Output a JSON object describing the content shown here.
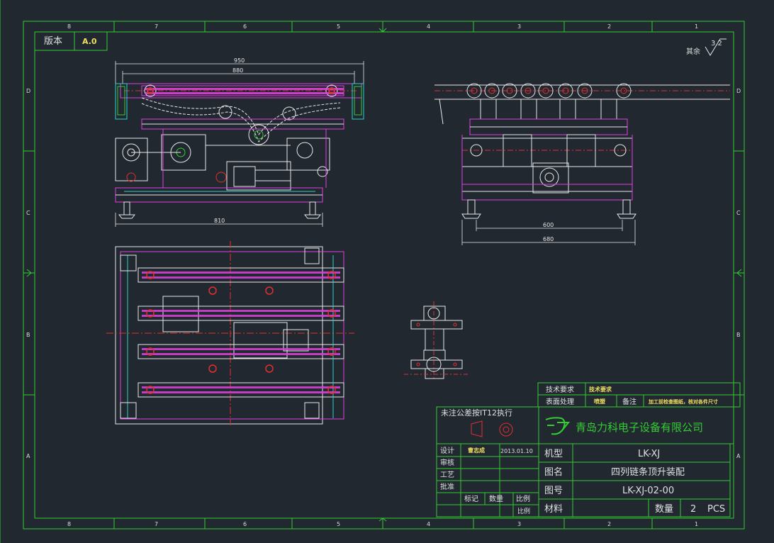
{
  "zones": {
    "top": [
      "8",
      "7",
      "6",
      "5",
      "4",
      "3",
      "2",
      "1"
    ],
    "side": [
      "D",
      "C",
      "B",
      "A"
    ]
  },
  "revision": {
    "label": "版本",
    "value": "A.0"
  },
  "roughness": {
    "value": "3.2",
    "label": "其余"
  },
  "dimensions": {
    "front_950": "950",
    "front_880": "880",
    "front_810": "810",
    "side_600": "600",
    "side_680": "680"
  },
  "tolerance_note": "未注公差按IT12执行",
  "title_block": {
    "tech_req_label": "技术要求",
    "tech_req_value": "技术要求",
    "surface_label": "表面处理",
    "surface_value": "喷塑",
    "remark_label": "备注",
    "remark_value": "加工前检查图纸，核对各件尺寸",
    "company": "青岛力科电子设备有限公司",
    "design_label": "设计",
    "designer": "曹志成",
    "design_date": "2013.01.10",
    "check_label": "审核",
    "process_label": "工艺",
    "approve_label": "批准",
    "mark_label": "标记",
    "count_label": "数量",
    "scale_label": "比例",
    "ratio_label": "比例",
    "machine_label": "机型",
    "machine_value": "LK-XJ",
    "drawing_name_label": "图名",
    "drawing_name_value": "四列链条顶升装配",
    "drawing_no_label": "图号",
    "drawing_no_value": "LK-XJ-02-00",
    "material_label": "材料",
    "quantity_label": "数量",
    "quantity_value": "2",
    "quantity_unit": "PCS"
  },
  "colors": {
    "background": "#212830",
    "frame": "#33cc33",
    "magenta": "#e040e0",
    "white": "#e8e8e8",
    "red": "#e03030",
    "cyan": "#30d0d0",
    "yellow": "#e8d840"
  }
}
